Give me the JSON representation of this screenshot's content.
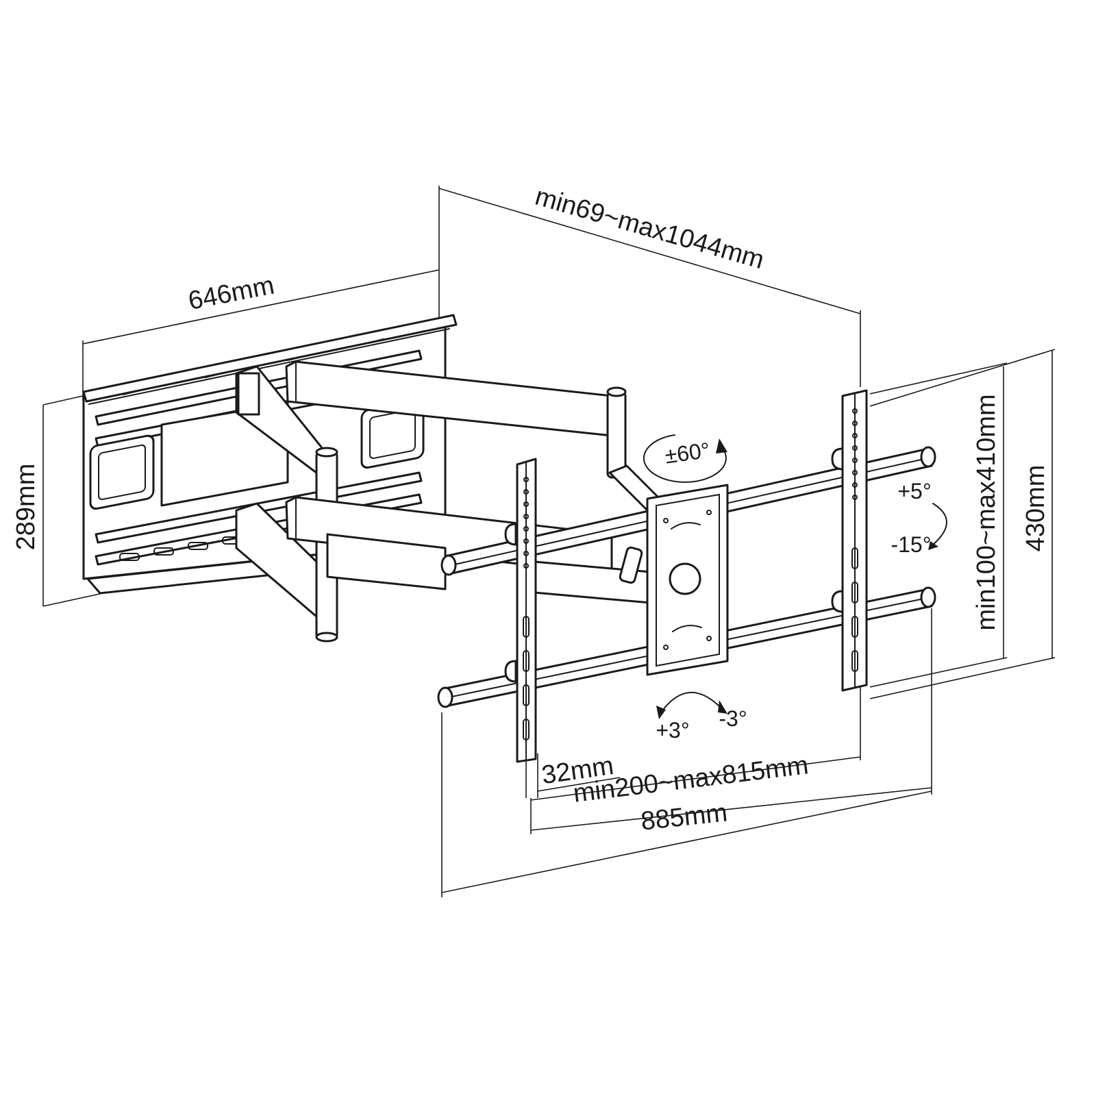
{
  "dimensions": {
    "wall_plate_width": "646mm",
    "wall_plate_height": "289mm",
    "arm_extension": "min69~max1044mm",
    "vesa_vertical": "min100~max410mm",
    "bracket_height": "430mm",
    "bracket_depth": "32mm",
    "vesa_horizontal": "min200~max815mm",
    "rail_width": "885mm"
  },
  "angles": {
    "swivel": "±60°",
    "tilt_up": "+5°",
    "tilt_down": "-15°",
    "level_plus": "+3°",
    "level_minus": "-3°"
  },
  "colors": {
    "line": "#1a1a1a",
    "background": "#ffffff"
  }
}
